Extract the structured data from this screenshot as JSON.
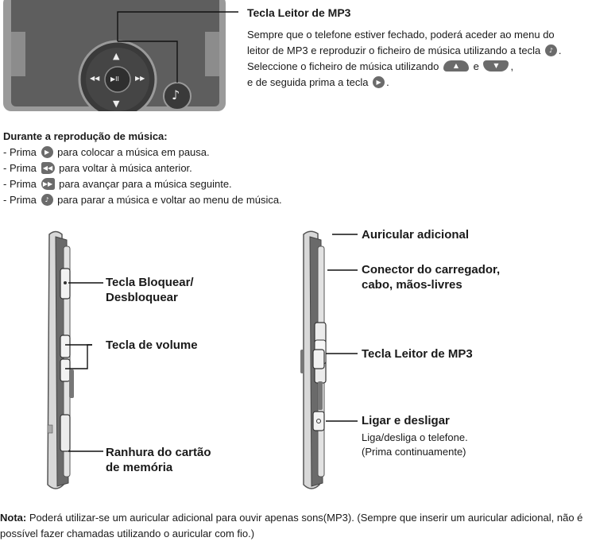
{
  "mp3_section": {
    "title": "Tecla Leitor de MP3",
    "paragraph_1_before_icon": "Sempre que o telefone estiver fechado, poderá aceder ao menu do leitor de MP3 e reproduzir o ficheiro de música utilizando a tecla",
    "paragraph_1_after_icon": ".",
    "paragraph_2_part_1": "Seleccione o ficheiro de música utilizando",
    "paragraph_2_part_2": "e",
    "paragraph_2_part_3": ",",
    "paragraph_2_part_4": "e de seguida prima a tecla",
    "paragraph_2_part_5": "."
  },
  "playback": {
    "heading": "Durante a reprodução de música:",
    "items": [
      {
        "before": "- Prima",
        "after": "para colocar a música em pausa."
      },
      {
        "before": "- Prima",
        "after": "para voltar à música anterior."
      },
      {
        "before": "- Prima",
        "after": "para avançar para a música seguinte."
      },
      {
        "before": "- Prima",
        "after": "para parar a música e voltar ao menu de música."
      }
    ]
  },
  "left_phone_labels": {
    "lock_key": "Tecla Bloquear/\nDesbloquear",
    "volume_key": "Tecla de volume",
    "memory_slot": "Ranhura do cartão\nde memória"
  },
  "right_phone_labels": {
    "headset": "Auricular adicional",
    "charger": "Conector do carregador,\ncabo, mãos-livres",
    "mp3_key": "Tecla Leitor de MP3",
    "power_title": "Ligar e desligar",
    "power_desc": "Liga/desliga o telefone.\n(Prima continuamente)"
  },
  "note": {
    "label": "Nota:",
    "text": " Poderá utilizar-se um auricular adicional para ouvir apenas sons(MP3).  (Sempre que inserir um auricular adicional, não é possível fazer chamadas utilizando o auricular com fio.)"
  },
  "icons": {
    "up": "▲",
    "down": "▼",
    "prev": "◀◀",
    "next": "▶▶",
    "playpause": "▶II",
    "music": "♪"
  },
  "colors": {
    "phone_body": "#5a5a5a",
    "phone_dark": "#3c3c3c",
    "button_grey": "#6b6b6b"
  }
}
